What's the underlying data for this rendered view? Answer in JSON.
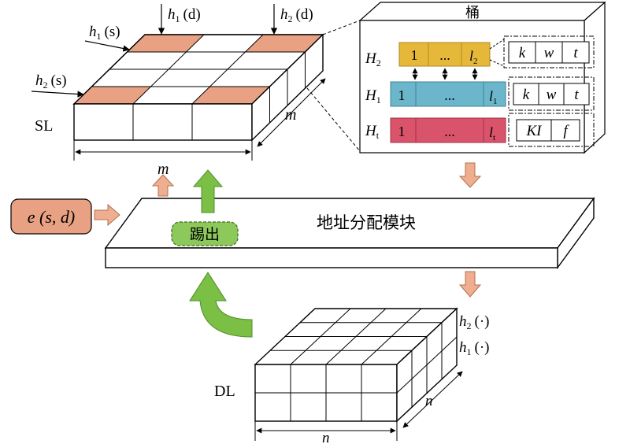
{
  "input_edge": {
    "label": "e (s, d)"
  },
  "address_module": {
    "label": "地址分配模块"
  },
  "kickout": {
    "label": "踢出"
  },
  "sl": {
    "name": "SL",
    "dim_width": "m",
    "dim_depth": "m",
    "hash_labels": {
      "h1s": {
        "f": "h",
        "sub": "1",
        "arg": "(s)"
      },
      "h2s": {
        "f": "h",
        "sub": "2",
        "arg": "(s)"
      },
      "h1d": {
        "f": "h",
        "sub": "1",
        "arg": "(d)"
      },
      "h2d": {
        "f": "h",
        "sub": "2",
        "arg": "(d)"
      }
    }
  },
  "dl": {
    "name": "DL",
    "dim_width": "n",
    "dim_depth": "n",
    "hash_labels": {
      "h2": {
        "f": "h",
        "sub": "2",
        "arg": "(·)"
      },
      "h1": {
        "f": "h",
        "sub": "1",
        "arg": "(·)"
      }
    }
  },
  "bucket": {
    "title": "桶",
    "rows": [
      {
        "H": "H",
        "sub": "2",
        "first": "1",
        "dots": "...",
        "last": "l",
        "last_sub": "2",
        "fields": [
          "k",
          "w",
          "t"
        ],
        "color": "#E6B83A"
      },
      {
        "H": "H",
        "sub": "1",
        "first": "1",
        "dots": "...",
        "last": "l",
        "last_sub": "1",
        "fields": [
          "k",
          "w",
          "t"
        ],
        "color": "#6BB6CB"
      },
      {
        "H": "H",
        "sub": "t",
        "first": "1",
        "dots": "...",
        "last": "l",
        "last_sub": "t",
        "fields": [
          "KI",
          "f"
        ],
        "color": "#D9536B"
      }
    ]
  },
  "colors": {
    "orange_fill": "#E8A283",
    "orange_arrow": "#F0AE90",
    "green_fill": "#7CBF45",
    "green_stroke": "#4E8F2C",
    "kickout_fill": "#8CC85A"
  }
}
